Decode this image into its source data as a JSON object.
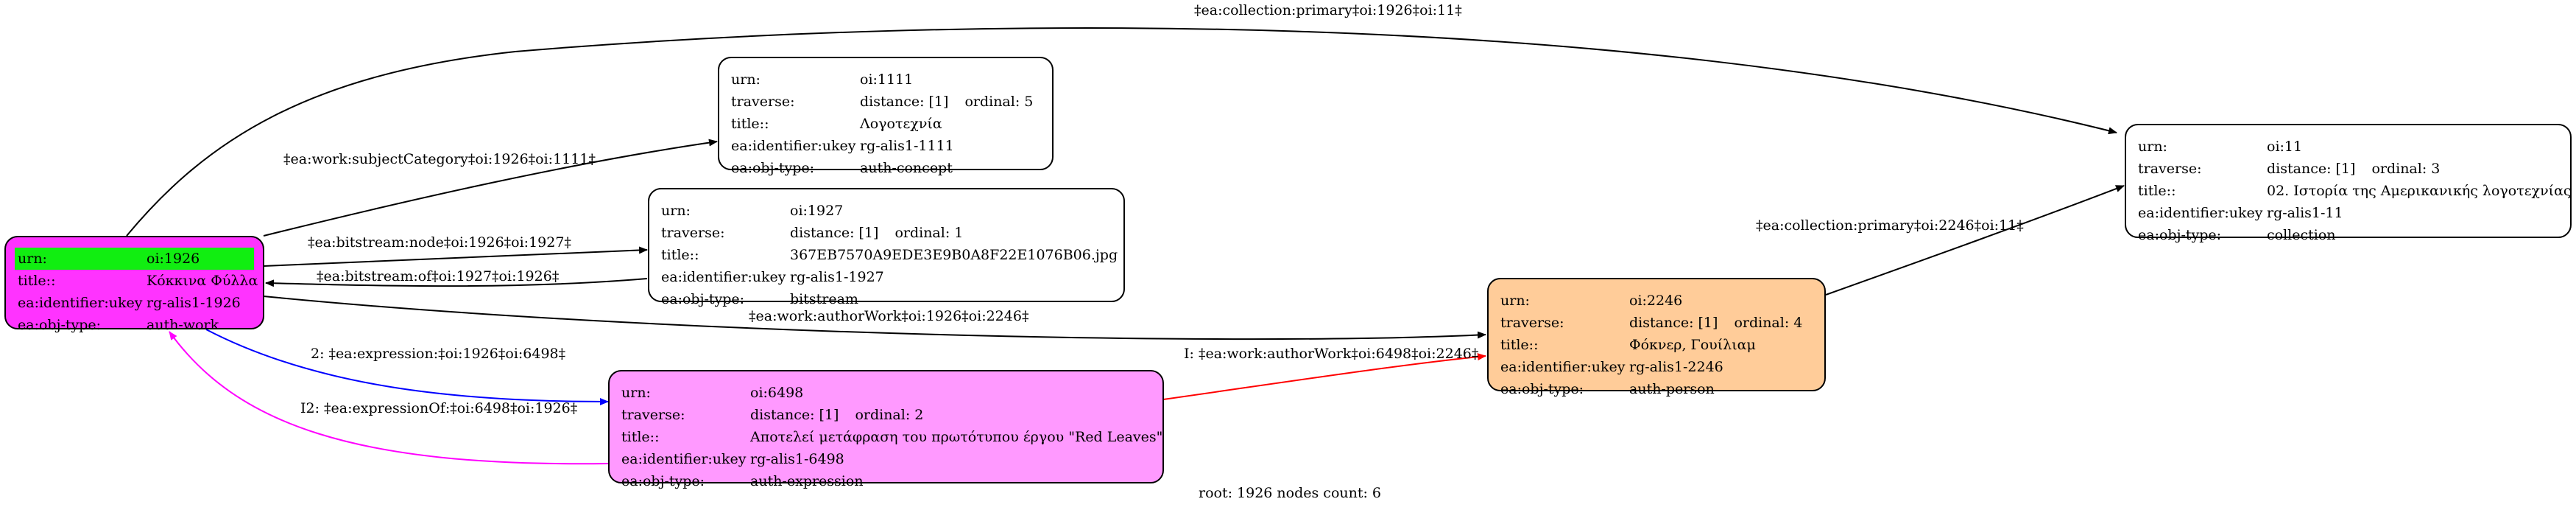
{
  "colors": {
    "root_fill": "#ff33ff",
    "root_urn_highlight": "#11ee11",
    "expression_fill": "#ff99ff",
    "person_fill": "#ffcc99",
    "plain_fill": "#ffffff",
    "edge_default": "#000000",
    "edge_expression": "#0000ff",
    "edge_expression_of": "#ff00ff",
    "edge_author_work_inverse": "#ff0000"
  },
  "nodes": {
    "root": {
      "urn_key": "urn:",
      "urn_val": "oi:1926",
      "title_key": "title::",
      "title_val": "Κόκκινα Φύλλα",
      "ukey_key": "ea:identifier:ukey",
      "ukey_val": "rg-alis1-1926",
      "type_key": "ea:obj-type:",
      "type_val": "auth-work"
    },
    "n1111": {
      "urn_key": "urn:",
      "urn_val": "oi:1111",
      "traverse_key": "traverse:",
      "distance": "distance: [1]",
      "ordinal": "ordinal: 5",
      "title_key": "title::",
      "title_val": "Λογοτεχνία",
      "ukey_key": "ea:identifier:ukey",
      "ukey_val": "rg-alis1-1111",
      "type_key": "ea:obj-type:",
      "type_val": "auth-concept"
    },
    "n1927": {
      "urn_key": "urn:",
      "urn_val": "oi:1927",
      "traverse_key": "traverse:",
      "distance": "distance: [1]",
      "ordinal": "ordinal: 1",
      "title_key": "title::",
      "title_val": "367EB7570A9EDE3E9B0A8F22E1076B06.jpg",
      "ukey_key": "ea:identifier:ukey",
      "ukey_val": "rg-alis1-1927",
      "type_key": "ea:obj-type:",
      "type_val": "bitstream"
    },
    "n11": {
      "urn_key": "urn:",
      "urn_val": "oi:11",
      "traverse_key": "traverse:",
      "distance": "distance: [1]",
      "ordinal": "ordinal: 3",
      "title_key": "title::",
      "title_val": "02. Ιστορία της Αμερικανικής λογοτεχνίας",
      "ukey_key": "ea:identifier:ukey",
      "ukey_val": "rg-alis1-11",
      "type_key": "ea:obj-type:",
      "type_val": "collection"
    },
    "n2246": {
      "urn_key": "urn:",
      "urn_val": "oi:2246",
      "traverse_key": "traverse:",
      "distance": "distance: [1]",
      "ordinal": "ordinal: 4",
      "title_key": "title::",
      "title_val": "Φόκνερ, Γουίλιαμ",
      "ukey_key": "ea:identifier:ukey",
      "ukey_val": "rg-alis1-2246",
      "type_key": "ea:obj-type:",
      "type_val": "auth-person"
    },
    "n6498": {
      "urn_key": "urn:",
      "urn_val": "oi:6498",
      "traverse_key": "traverse:",
      "distance": "distance: [1]",
      "ordinal": "ordinal: 2",
      "title_key": "title::",
      "title_val": "Αποτελεί μετάφραση του πρωτότυπου έργου \"Red Leaves\"",
      "ukey_key": "ea:identifier:ukey",
      "ukey_val": "rg-alis1-6498",
      "type_key": "ea:obj-type:",
      "type_val": "auth-expression"
    }
  },
  "edges": {
    "collection_primary_root": "‡ea:collection:primary‡oi:1926‡oi:11‡",
    "subject_category": "‡ea:work:subjectCategory‡oi:1926‡oi:1111‡",
    "bitstream_node": "‡ea:bitstream:node‡oi:1926‡oi:1927‡",
    "bitstream_of": "‡ea:bitstream:of‡oi:1927‡oi:1926‡",
    "author_work": "‡ea:work:authorWork‡oi:1926‡oi:2246‡",
    "collection_primary_person": "‡ea:collection:primary‡oi:2246‡oi:11‡",
    "expression": "2: ‡ea:expression:‡oi:1926‡oi:6498‡",
    "expression_of": "I2: ‡ea:expressionOf:‡oi:6498‡oi:1926‡",
    "author_work_inverse": "I: ‡ea:work:authorWork‡oi:6498‡oi:2246‡"
  },
  "footer": "root: 1926 nodes count: 6"
}
